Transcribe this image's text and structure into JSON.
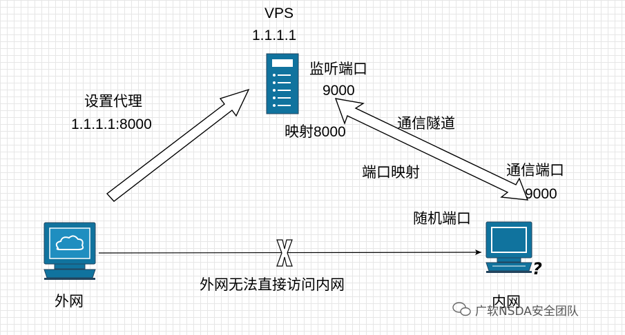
{
  "vps": {
    "title": "VPS",
    "ip": "1.1.1.1",
    "listen_label": "监听端口",
    "listen_port": "9000",
    "map_label": "映射8000"
  },
  "proxy": {
    "label": "设置代理",
    "address": "1.1.1.1:8000"
  },
  "tunnel": {
    "label": "通信隧道",
    "port_map_label": "端口映射"
  },
  "intranet": {
    "comm_label": "通信端口",
    "comm_port": "9000",
    "random_label": "随机端口",
    "name": "内网"
  },
  "extranet": {
    "name": "外网",
    "no_access_label": "外网无法直接访问内网"
  },
  "watermark": {
    "text": "广软NSDA安全团队"
  },
  "colors": {
    "icon_fill": "#10739e",
    "icon_dark": "#23445d",
    "line": "#000000"
  }
}
